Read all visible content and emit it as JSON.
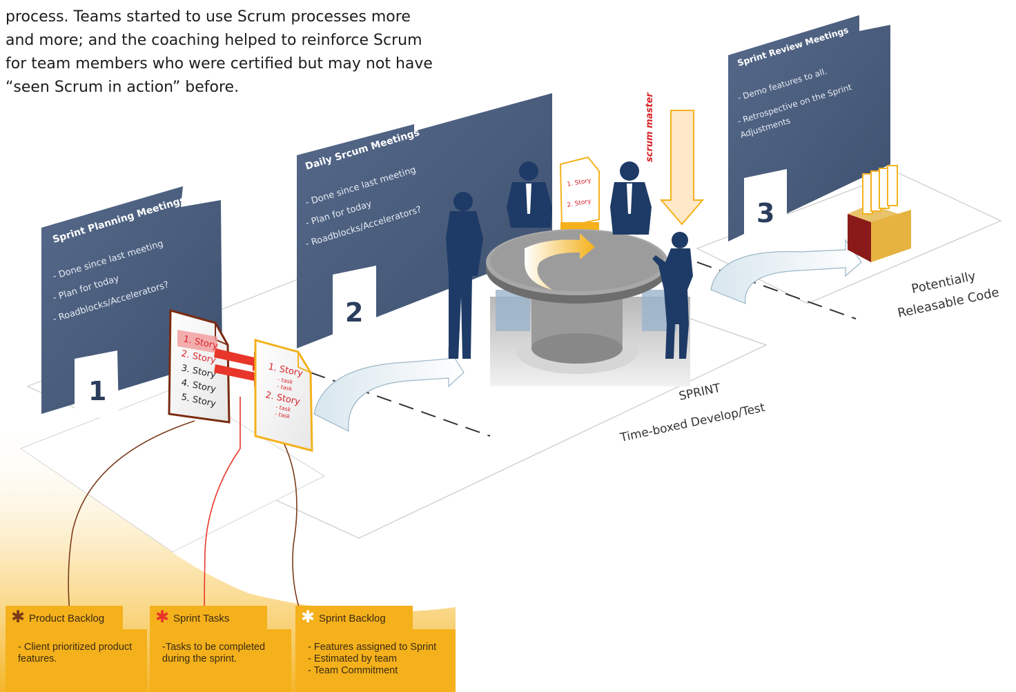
{
  "intro": {
    "lines": [
      "process. Teams started to use Scrum processes more",
      "and more; and the coaching helped to reinforce Scrum",
      "for team members who were certified but may not have",
      "“seen Scrum in action”  before."
    ]
  },
  "panels": {
    "planning": {
      "title": "Sprint Planning Meetings",
      "items": [
        "- Done since last meeting",
        "- Plan for today",
        "- Roadblocks/Accelerators?"
      ],
      "number": "1"
    },
    "daily": {
      "title": "Daily Srcum Meetings",
      "items": [
        "- Done since last meeting",
        "- Plan for today",
        "- Roadblocks/Accelerators?"
      ],
      "number": "2"
    },
    "review": {
      "title": "Sprint Review Meetings",
      "items": [
        "- Demo features to all.",
        "- Retrospective on the Sprint",
        "Adjustments"
      ],
      "number": "3"
    }
  },
  "backlog_doc": {
    "stories": [
      "1. Story",
      "2. Story",
      "3. Story",
      "4. Story",
      "5. Story"
    ]
  },
  "sprint_doc": {
    "story1": "1. Story",
    "story2": "2. Story",
    "task": "- task"
  },
  "scrum_master": "scrum master",
  "sprint_label": {
    "line1": "SPRINT",
    "line2": "Time-boxed Develop/Test"
  },
  "release_label": {
    "line1": "Potentially",
    "line2": "Releasable Code"
  },
  "legend": {
    "product_backlog": {
      "title": "Product Backlog",
      "lines": [
        "- Client prioritized product",
        "features."
      ],
      "star_color": "#7a3a1a"
    },
    "sprint_tasks": {
      "title": "Sprint Tasks",
      "lines": [
        "-Tasks to be completed",
        "during the sprint."
      ],
      "star_color": "#e8362a"
    },
    "sprint_backlog": {
      "title": "Sprint Backlog",
      "lines": [
        "- Features assigned to Sprint",
        "- Estimated by team",
        "- Team Commitment"
      ],
      "star_color": "#ffffff"
    }
  },
  "colors": {
    "panel": "#4a5e7c",
    "legend": "#f4b11c",
    "figure": "#1e3a66",
    "backlog_doc_border": "#7a2a10",
    "sprint_doc_border": "#f4b11c",
    "story_red": "#d8242a"
  }
}
